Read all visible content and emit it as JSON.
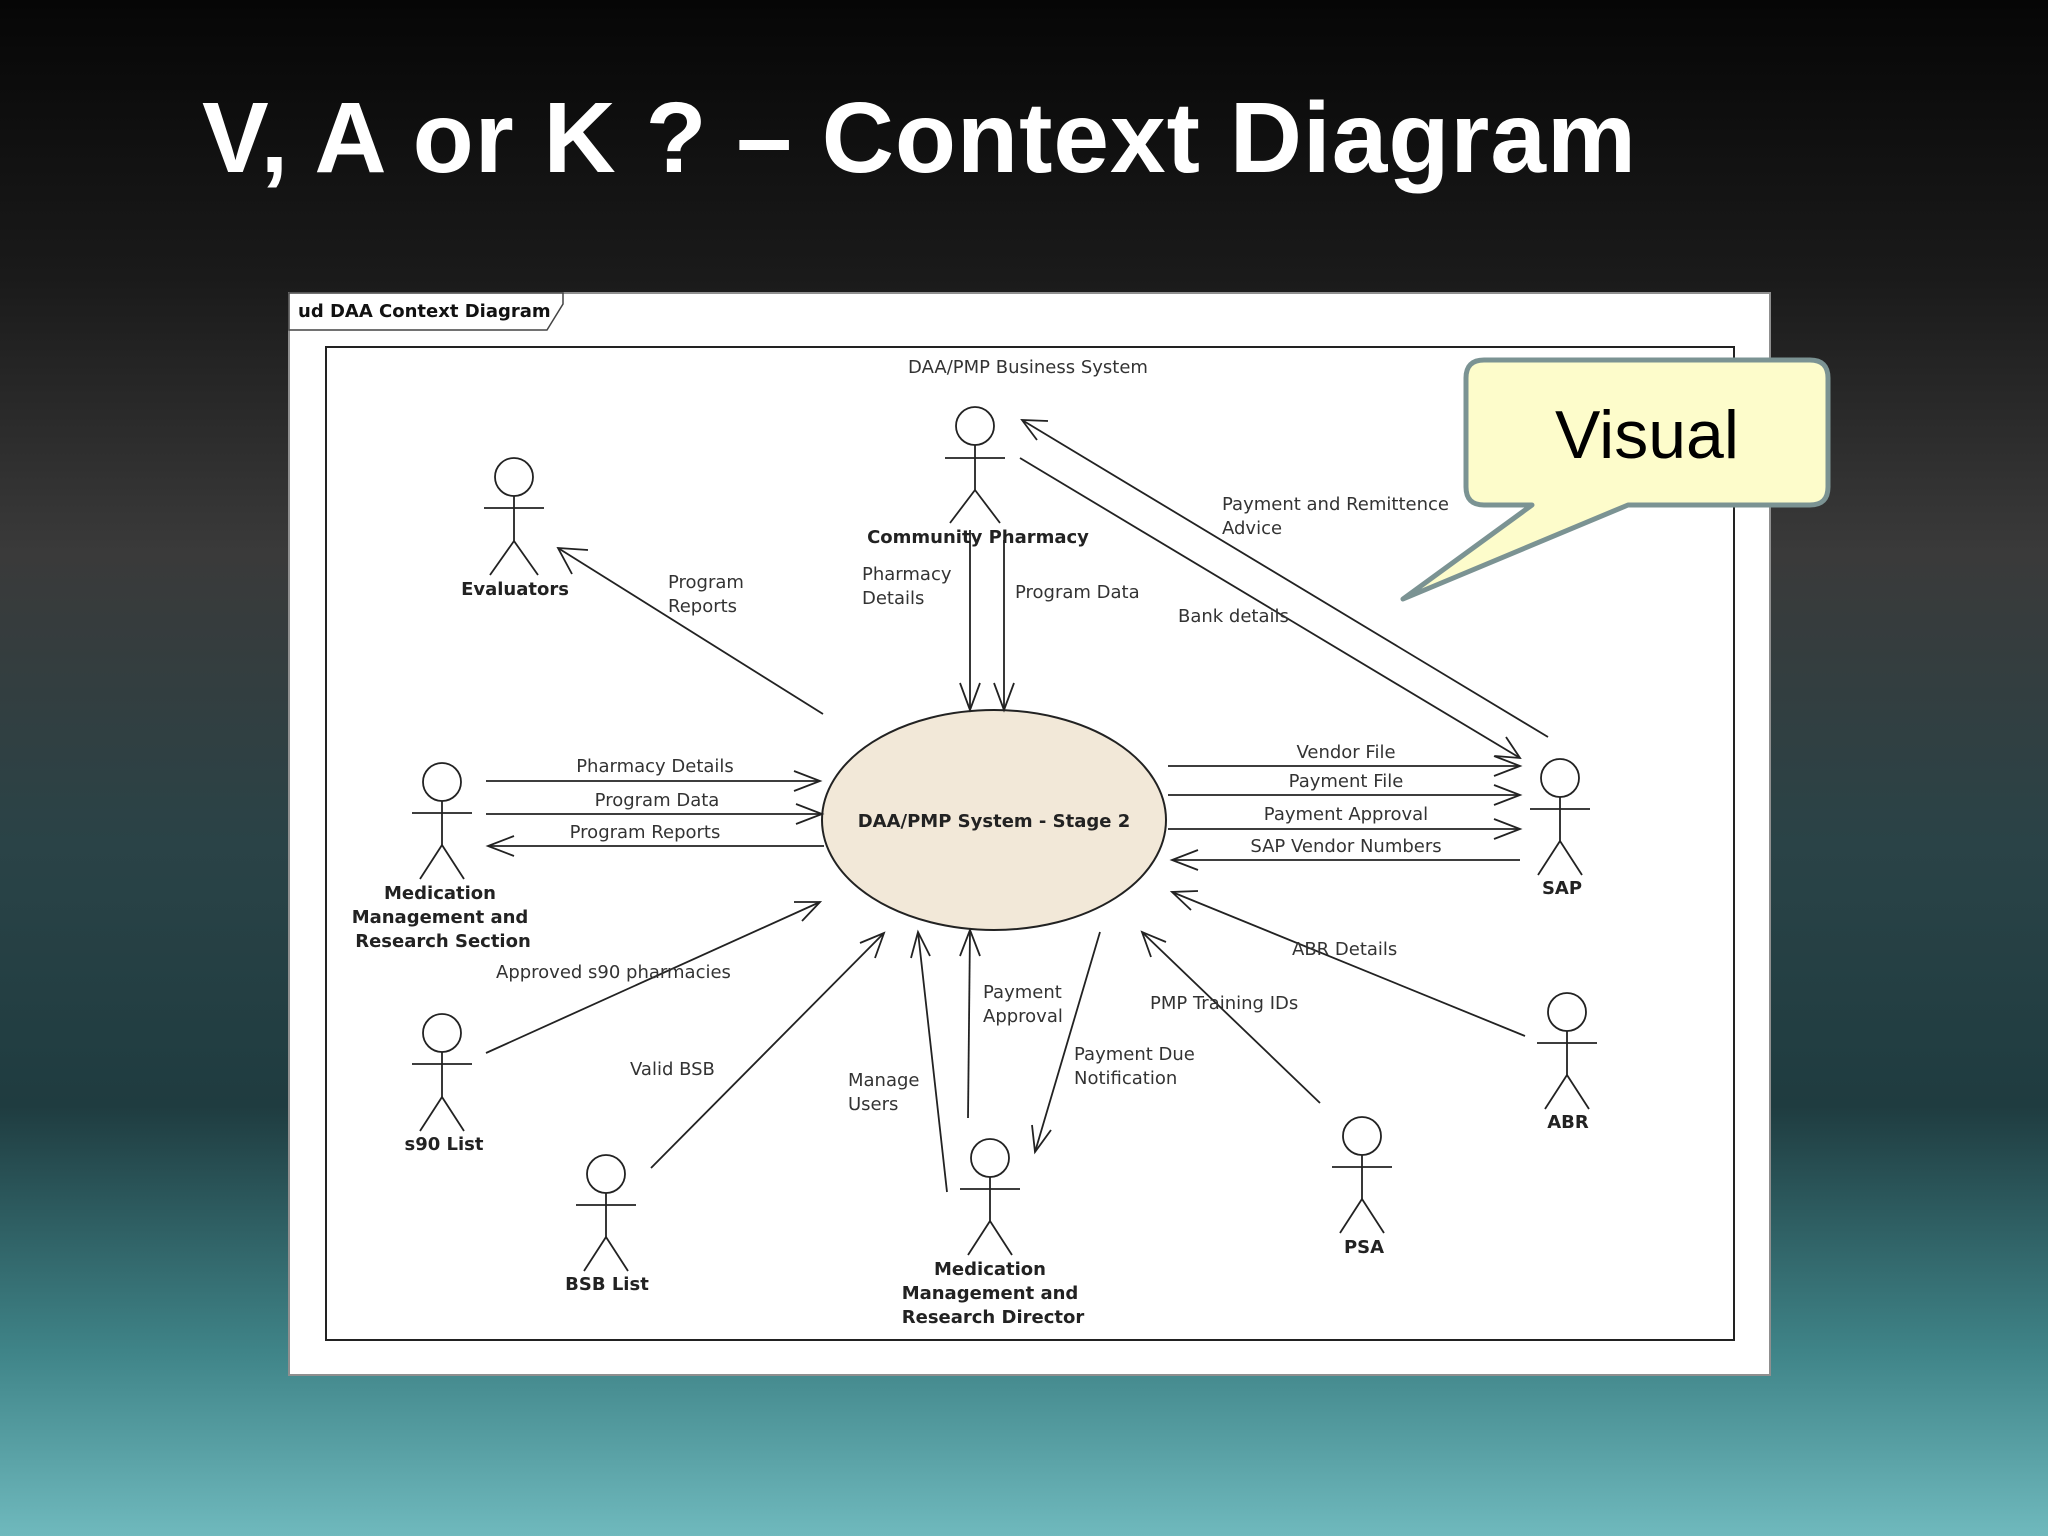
{
  "slide": {
    "title": "V, A or K ? – Context Diagram"
  },
  "diagram": {
    "frame_tag": "ud DAA Context Diagram",
    "boundary_label": "DAA/PMP Business System",
    "system_label": "DAA/PMP System - Stage 2",
    "actors": {
      "community_pharmacy": "Community Pharmacy",
      "evaluators": "Evaluators",
      "medication_mgmt_section": [
        "Medication",
        "Management and",
        "Research Section"
      ],
      "s90_list": "s90 List",
      "bsb_list": "BSB List",
      "medication_mgmt_director": [
        "Medication",
        "Management and",
        "Research Director"
      ],
      "psa": "PSA",
      "abr": "ABR",
      "sap": "SAP"
    },
    "flows": {
      "program_reports_eval": [
        "Program",
        "Reports"
      ],
      "pharmacy_details_cp": [
        "Pharmacy",
        "Details"
      ],
      "program_data_cp": "Program Data",
      "payment_remittance": [
        "Payment and Remittence",
        "Advice"
      ],
      "bank_details": "Bank details",
      "pharmacy_details_mm": "Pharmacy Details",
      "program_data_mm": "Program Data",
      "program_reports_mm": "Program Reports",
      "vendor_file": "Vendor File",
      "payment_file": "Payment File",
      "payment_approval_sap": "Payment Approval",
      "sap_vendor_numbers": "SAP Vendor Numbers",
      "abr_details": "ABR Details",
      "approved_s90": "Approved s90 pharmacies",
      "valid_bsb": "Valid BSB",
      "manage_users": [
        "Manage",
        "Users"
      ],
      "payment_approval_dir": [
        "Payment",
        "Approval"
      ],
      "payment_due": [
        "Payment Due",
        "Notification"
      ],
      "pmp_training_ids": "PMP Training IDs"
    }
  },
  "callout": {
    "text": "Visual",
    "fill": "#fdfccb",
    "border": "#7b9393"
  },
  "colors": {
    "system_fill": "#f2e8d8",
    "actor_head_fill": "#f6ead7"
  }
}
